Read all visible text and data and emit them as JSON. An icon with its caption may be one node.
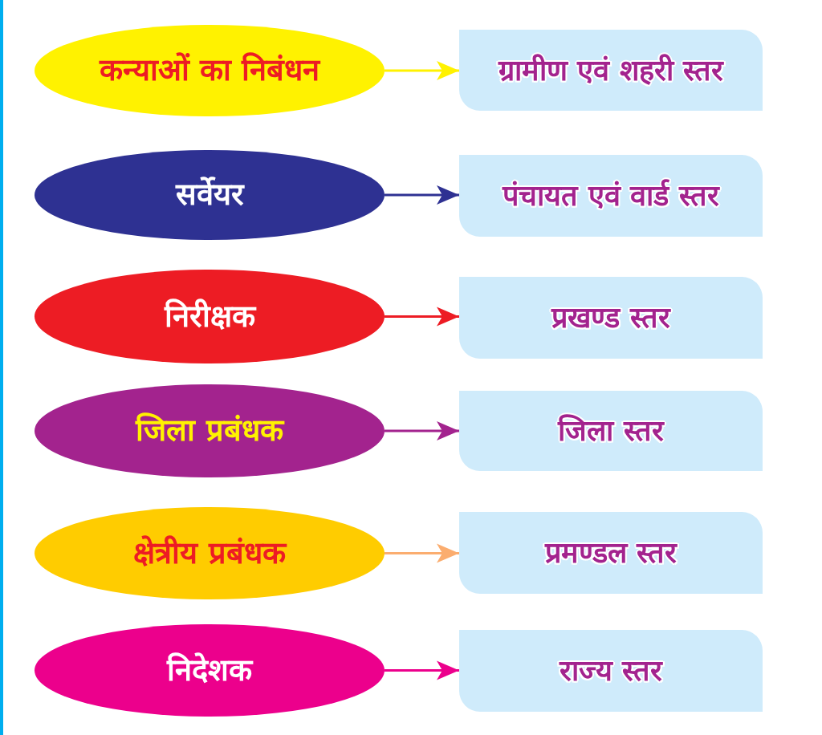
{
  "diagram": {
    "nodes": [
      {
        "text": [
          "कन्याओं का निबंधन"
        ]
      },
      {
        "text": [
          "ग्रामीण एवं शहरी स्तर"
        ]
      },
      {
        "text": [
          "सर्वेयर"
        ]
      },
      {
        "text": [
          "पंचायत एवं वार्ड स्तर"
        ]
      },
      {
        "text": [
          "निरीक्षक"
        ]
      },
      {
        "text": [
          "प्रखण्ड स्तर"
        ]
      },
      {
        "text": [
          "जिला प्रबंधक"
        ]
      },
      {
        "text": [
          "जिला स्तर"
        ]
      },
      {
        "text": [
          "क्षेत्रीय प्रबंधक"
        ]
      },
      {
        "text": [
          "प्रमण्डल स्तर"
        ]
      },
      {
        "text": [
          "निदेशक"
        ]
      },
      {
        "text": [
          "राज्य स्तर"
        ]
      }
    ],
    "edges": [
      {
        "from": 0,
        "to": 1,
        "arrow": "to",
        "color": "#fff200"
      },
      {
        "from": 2,
        "to": 3,
        "arrow": "to",
        "color": "#2e3192"
      },
      {
        "from": 4,
        "to": 5,
        "arrow": "to",
        "color": "#ed1c24"
      },
      {
        "from": 6,
        "to": 7,
        "arrow": "to",
        "color": "#a3238e"
      },
      {
        "from": 8,
        "to": 9,
        "arrow": "to",
        "color": "#fbad6f"
      },
      {
        "from": 10,
        "to": 11,
        "arrow": "to",
        "color": "#ec008c"
      }
    ]
  }
}
